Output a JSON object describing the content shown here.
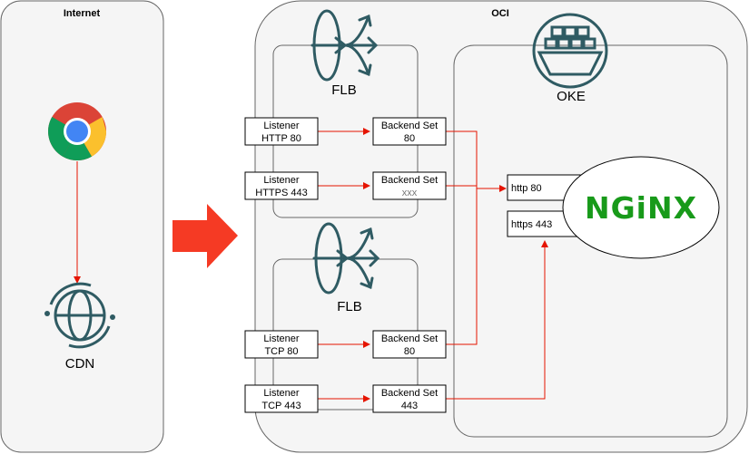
{
  "colors": {
    "panel_fill": "#f5f5f5",
    "panel_stroke": "#666666",
    "icon_teal": "#2f5b63",
    "connector_red": "#e51400",
    "big_arrow": "#f53a24",
    "nginx_green": "#189a1a"
  },
  "internet": {
    "title": "Internet",
    "browser_icon": "chrome-icon",
    "cdn_icon": "globe-icon",
    "cdn_label": "CDN"
  },
  "oci": {
    "title": "OCI",
    "flb_top": {
      "label": "FLB",
      "icon": "load-balancer-icon",
      "rows": [
        {
          "listener": [
            "Listener",
            "HTTP 80"
          ],
          "backend": [
            "Backend Set",
            "80"
          ]
        },
        {
          "listener": [
            "Listener",
            "HTTPS 443"
          ],
          "backend": [
            "Backend Set",
            "xxx"
          ]
        }
      ]
    },
    "flb_bottom": {
      "label": "FLB",
      "icon": "load-balancer-icon",
      "rows": [
        {
          "listener": [
            "Listener",
            "TCP 80"
          ],
          "backend": [
            "Backend Set",
            "80"
          ]
        },
        {
          "listener": [
            "Listener",
            "TCP 443"
          ],
          "backend": [
            "Backend Set",
            "443"
          ]
        }
      ]
    },
    "oke": {
      "label": "OKE",
      "icon": "container-ship-icon",
      "ports": [
        "http 80",
        "https 443"
      ],
      "nginx_logo_text": "NGiNX"
    }
  }
}
